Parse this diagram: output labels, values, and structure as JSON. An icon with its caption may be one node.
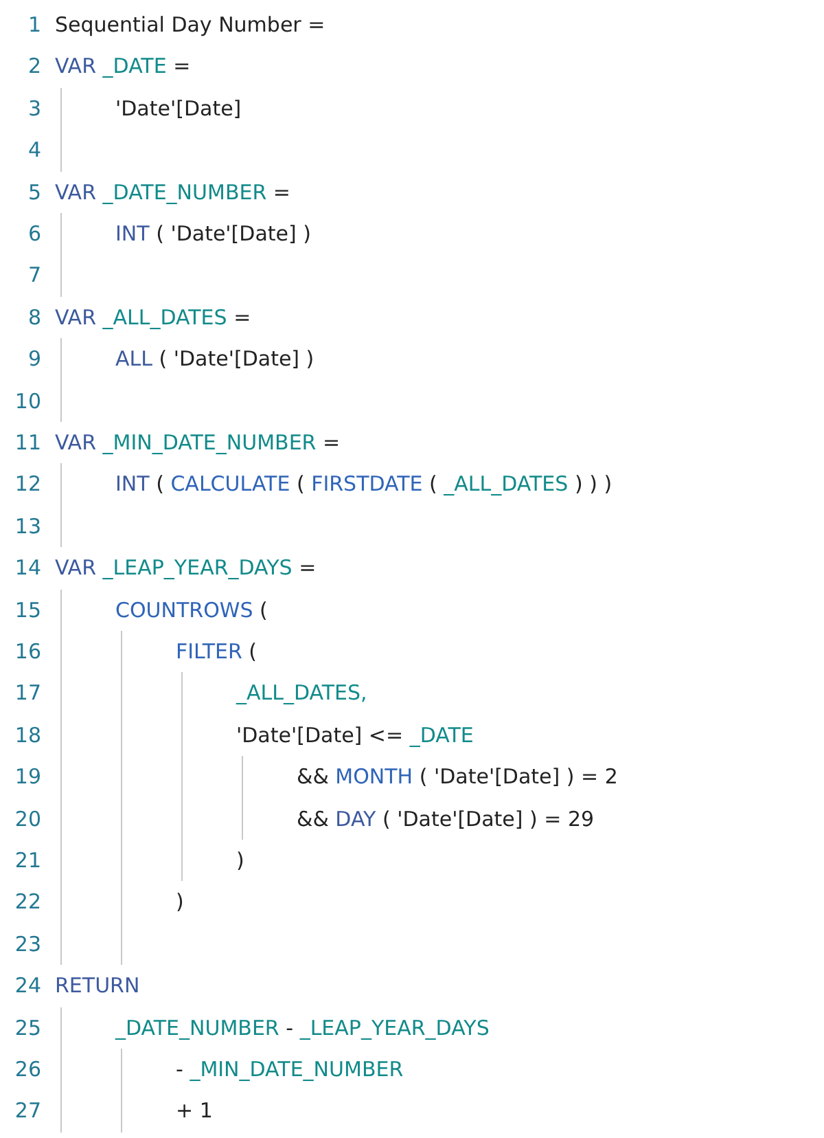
{
  "diagram": {
    "labels": [
      "1",
      "Sequential Day Number =",
      "2",
      "VAR _DATE =",
      "3",
      "'Date'[Date]",
      "4",
      "5",
      "VAR _DATE_NUMBER =",
      "6",
      "INT ( 'Date'[Date] )",
      "7",
      "8",
      "VAR _ALL_DATES =",
      "9",
      "ALL ( 'Date'[Date] )",
      "10",
      "11",
      "VAR _MIN_DATE_NUMBER =",
      "12",
      "INT ( CALCULATE ( FIRSTDATE ( _ALL_DATES ) ) )",
      "13",
      "14",
      "VAR _LEAP_YEAR_DAYS =",
      "15",
      "COUNTROWS (",
      "16",
      "FILTER (",
      "17",
      "_ALL_DATES,",
      "18",
      "'Date'[Date] <= _DATE",
      "19",
      "&& MONTH ( 'Date'[Date] ) = 2",
      "20",
      "&& DAY ( 'Date'[Date] ) = 29",
      "21",
      ")",
      "22",
      ")",
      "23",
      "24",
      "RETURN",
      "25",
      "_DATE_NUMBER - _LEAP_YEAR_DAYS",
      "26",
      "- _MIN_DATE_NUMBER",
      "27",
      "+ 1"
    ]
  }
}
